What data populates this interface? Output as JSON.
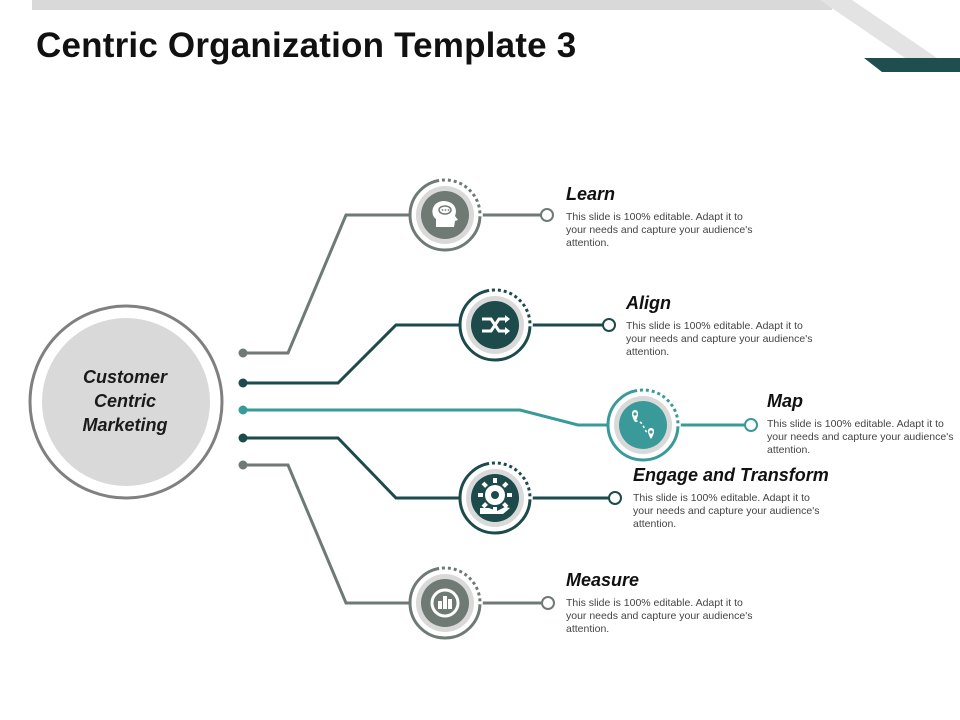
{
  "title": "Centric Organization Template 3",
  "center": {
    "lines": [
      "Customer",
      "Centric",
      "Marketing"
    ]
  },
  "colors": {
    "gray": "#6f7a74",
    "dark": "#1d4a4a",
    "teal": "#3a9a9a",
    "circle_fill": "#d9d9d9",
    "circle_ring": "#7a7a7a"
  },
  "nodes": [
    {
      "title": "Learn",
      "desc": "This slide is 100% editable. Adapt it to your needs and capture your audience's attention.",
      "icon": "head-speech-icon",
      "color": "gray"
    },
    {
      "title": "Align",
      "desc": "This slide is 100% editable. Adapt it to your needs and capture your audience's attention.",
      "icon": "shuffle-arrows-icon",
      "color": "dark"
    },
    {
      "title": "Map",
      "desc": "This slide is 100% editable. Adapt it to your needs and capture your audience's attention.",
      "icon": "map-route-icon",
      "color": "teal"
    },
    {
      "title": "Engage and Transform",
      "desc": "This slide is 100% editable. Adapt it to your needs and capture your audience's attention.",
      "icon": "gear-hand-icon",
      "color": "dark"
    },
    {
      "title": "Measure",
      "desc": "This slide is 100% editable. Adapt it to your needs and capture your audience's attention.",
      "icon": "bar-chart-icon",
      "color": "gray"
    }
  ]
}
